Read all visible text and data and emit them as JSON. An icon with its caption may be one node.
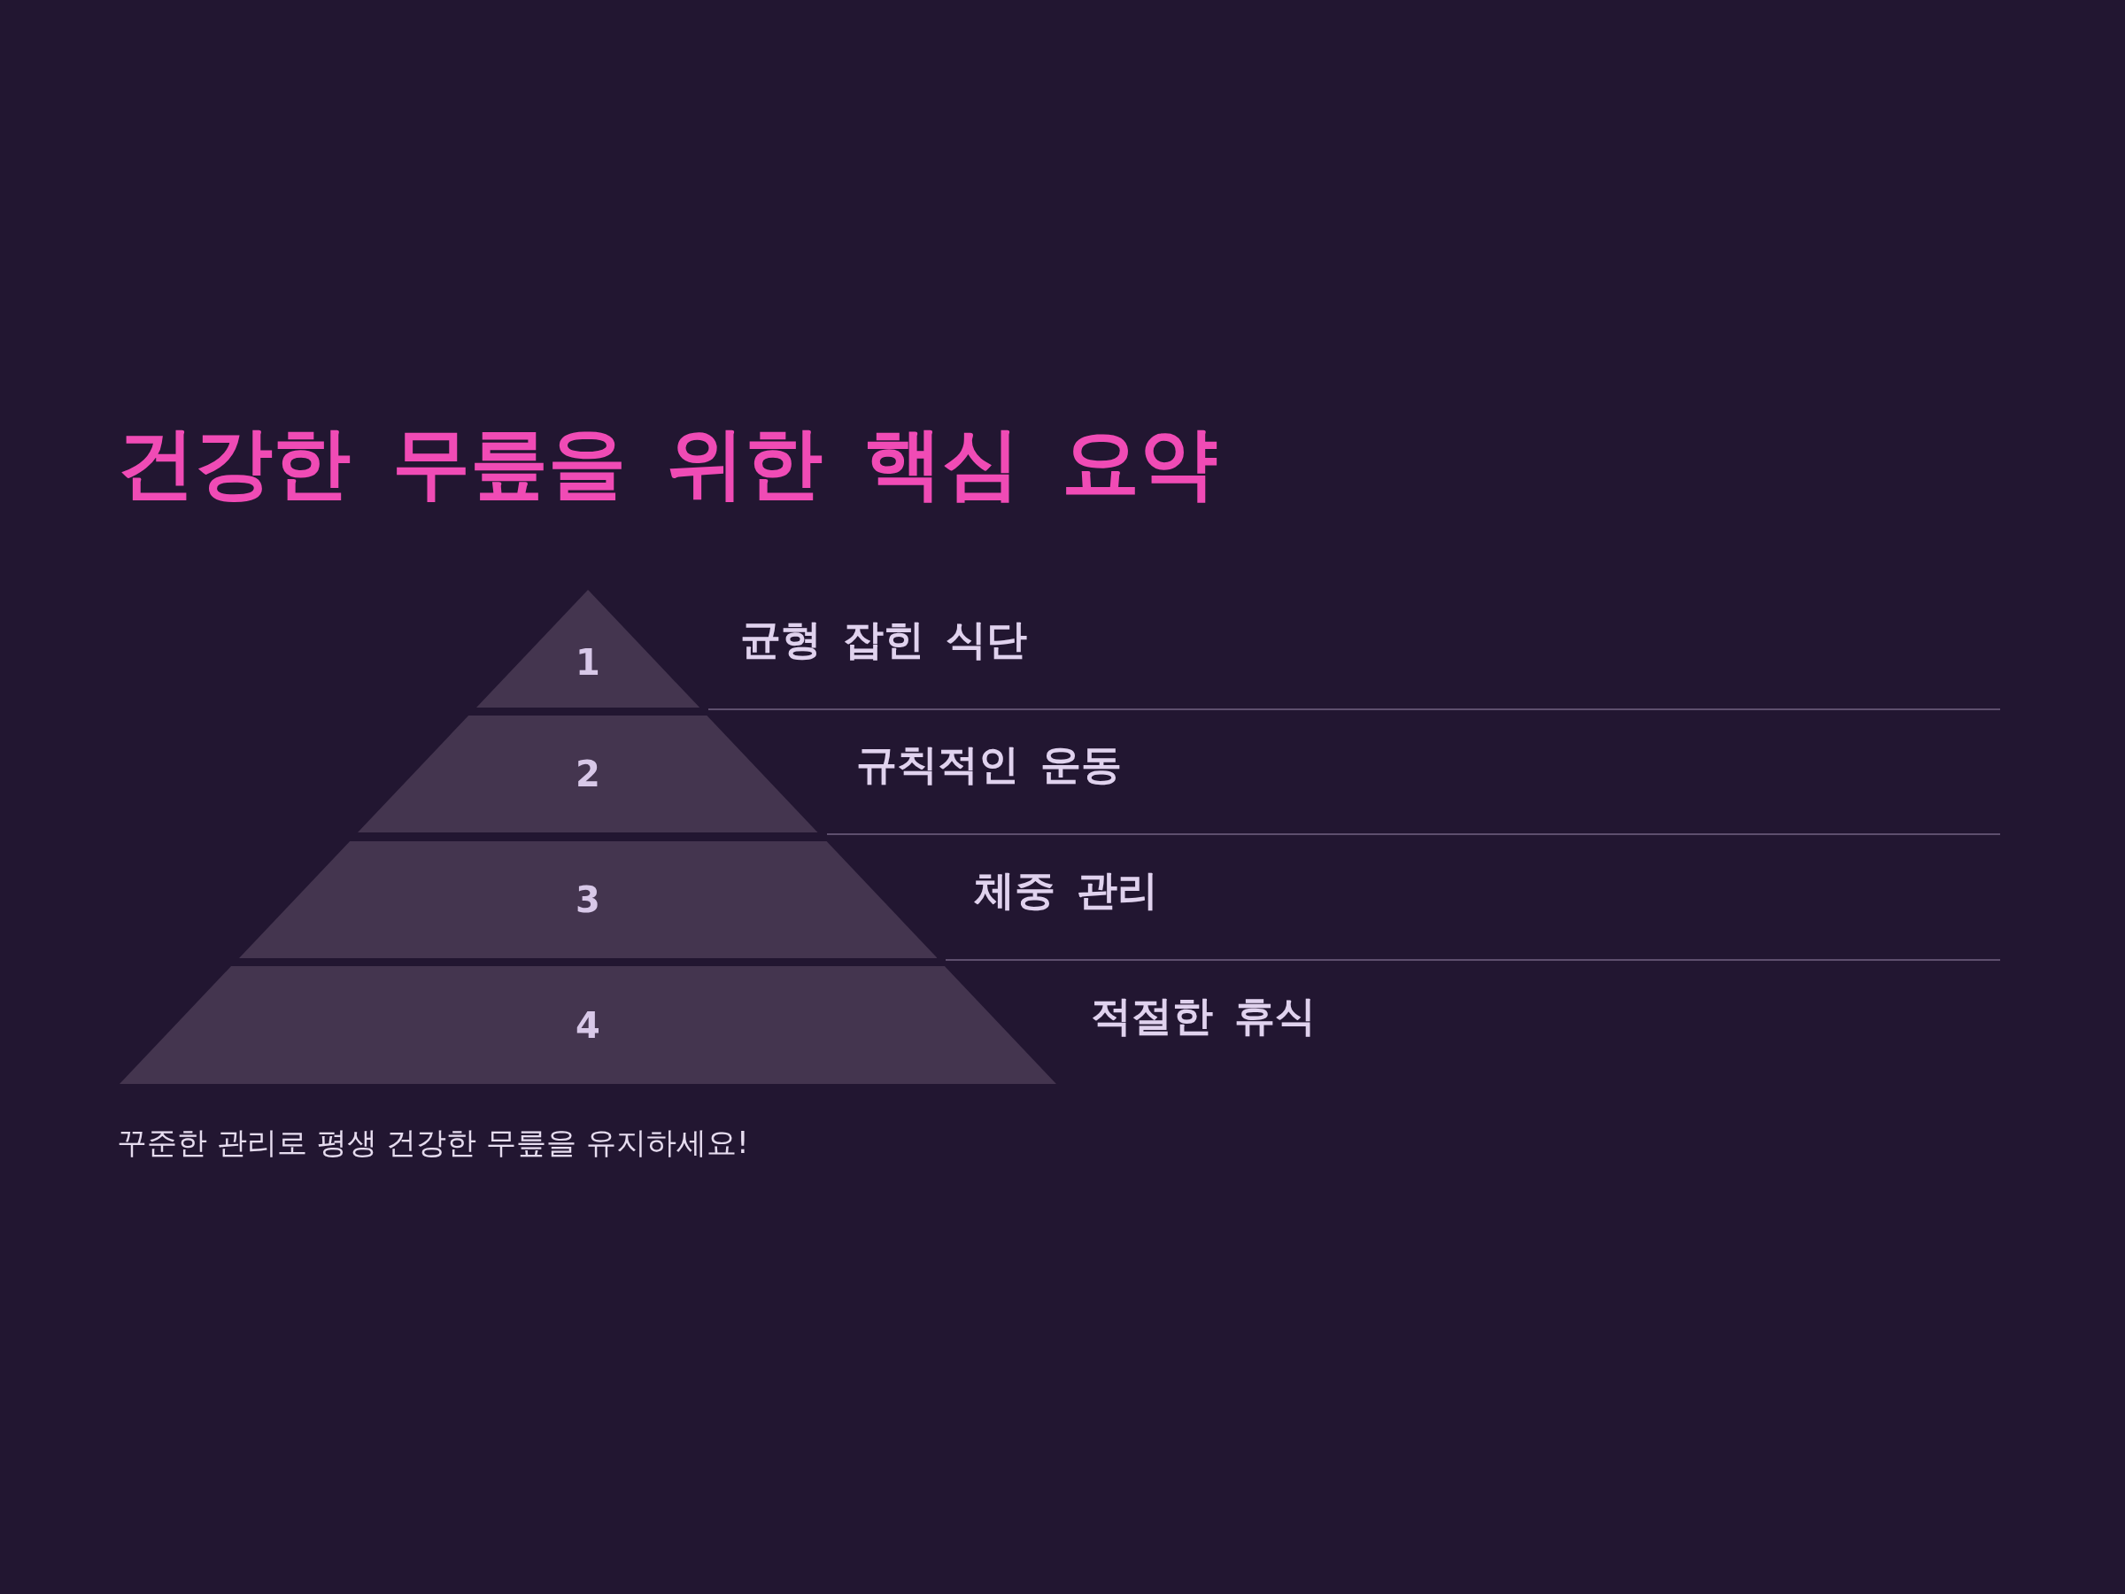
{
  "diagram": {
    "title": "건강한 무릎을 위한 핵심 요약",
    "nodes": [
      {
        "text": [
          "1"
        ],
        "beside": [
          "균형 잡힌 식단"
        ]
      },
      {
        "text": [
          "2"
        ],
        "beside": [
          "규칙적인 운동"
        ]
      },
      {
        "text": [
          "3"
        ],
        "beside": [
          "체중 관리"
        ]
      },
      {
        "text": [
          "4"
        ],
        "beside": [
          "적절한 휴식"
        ]
      }
    ],
    "edges": [],
    "caption": "꾸준한 관리로 평생 건강한 무릎을 유지하세요!"
  }
}
